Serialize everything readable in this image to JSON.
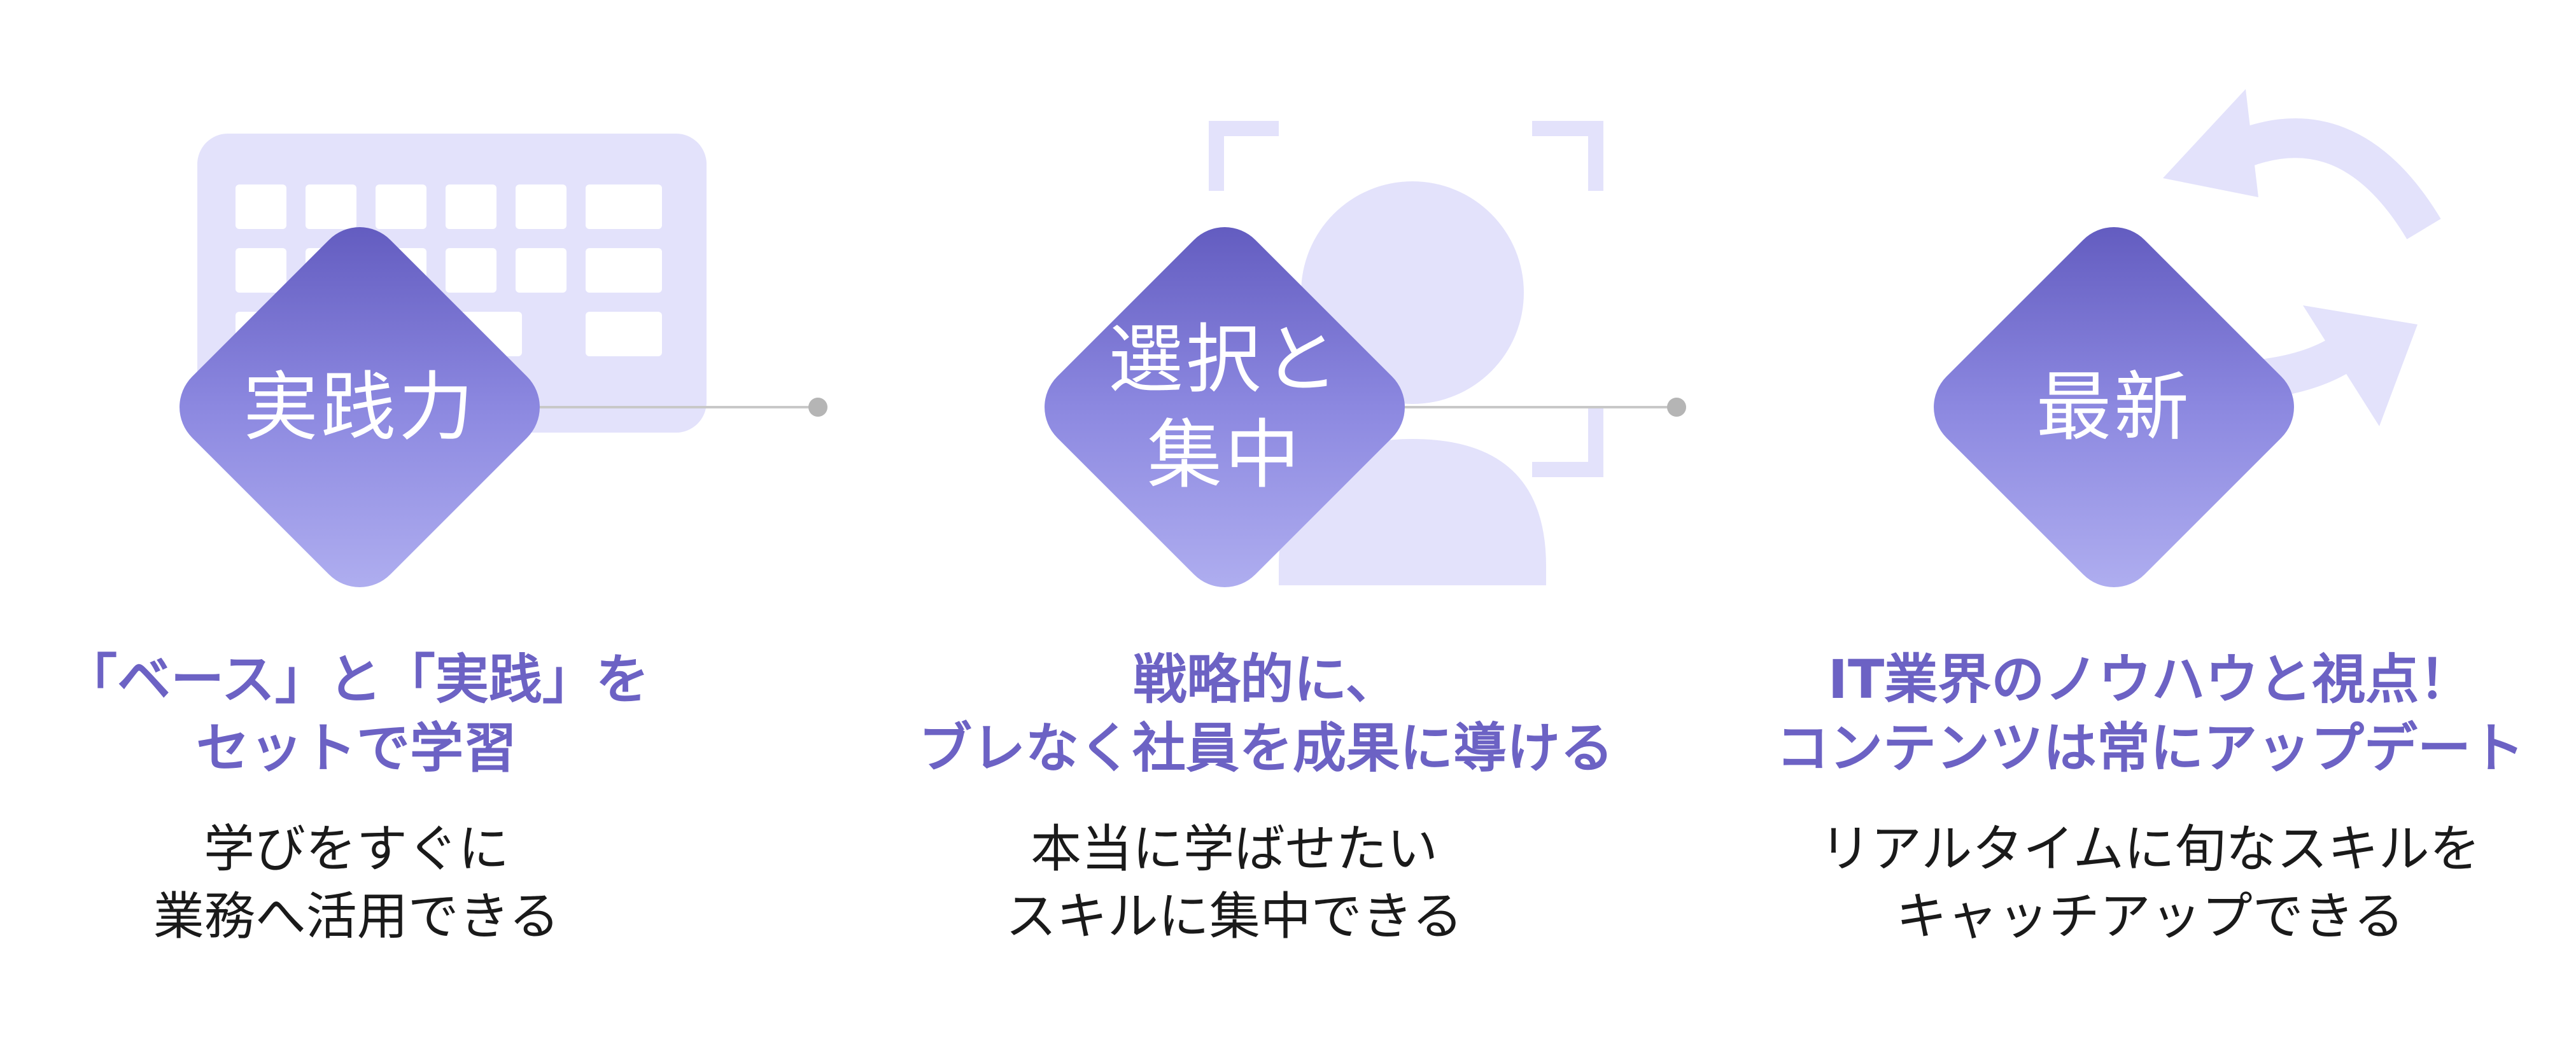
{
  "colors": {
    "accent_text": "#6c62c4",
    "diamond_top": "#5f58bd",
    "diamond_bottom": "#b2b1f1",
    "illustration": "#e3e2fb",
    "connector": "#c8c8c8"
  },
  "features": [
    {
      "icon": "keyboard-icon",
      "badge": "実践力",
      "headline": "「ベース」と「実践」を\nセットで学習",
      "description": "学びをすぐに\n業務へ活用できる"
    },
    {
      "icon": "focus-person-icon",
      "badge": "選択と\n集中",
      "headline": "戦略的に、\nブレなく社員を成果に導ける",
      "description": "本当に学ばせたい\nスキルに集中できる"
    },
    {
      "icon": "refresh-arrows-icon",
      "badge": "最新",
      "headline": "IT業界のノウハウと視点！\nコンテンツは常にアップデート",
      "description": "リアルタイムに旬なスキルを\nキャッチアップできる"
    }
  ]
}
